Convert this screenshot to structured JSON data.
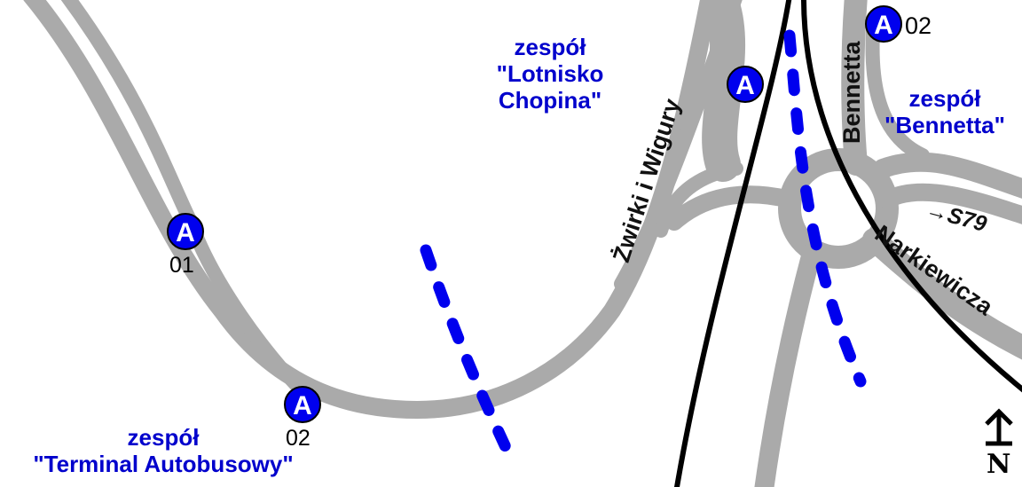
{
  "colors": {
    "road": "#aaaaaa",
    "rail": "#000000",
    "metro": "#0000ee",
    "stop_fill": "#0000ee",
    "label_blue": "#0000cc"
  },
  "stop_symbol": "A",
  "stops": [
    {
      "letter": "A",
      "number": "01"
    },
    {
      "letter": "A",
      "number": "02"
    },
    {
      "letter": "A",
      "number": ""
    },
    {
      "letter": "A",
      "number": "02"
    }
  ],
  "groups": {
    "terminal": {
      "line1": "zespół",
      "line2": "\"Terminal Autobusowy\""
    },
    "lotnisko": {
      "line1": "zespół",
      "line2": "\"Lotnisko",
      "line3": "Chopina\""
    },
    "bennetta": {
      "line1": "zespół",
      "line2": "\"Bennetta\""
    }
  },
  "streets": {
    "zwirki": "Żwirki i Wigury",
    "bennetta": "Bennetta",
    "narkiewicza": "Narkiewicza",
    "s79": "→S79"
  },
  "north": {
    "icon": "north-arrow-icon",
    "label": "N"
  }
}
